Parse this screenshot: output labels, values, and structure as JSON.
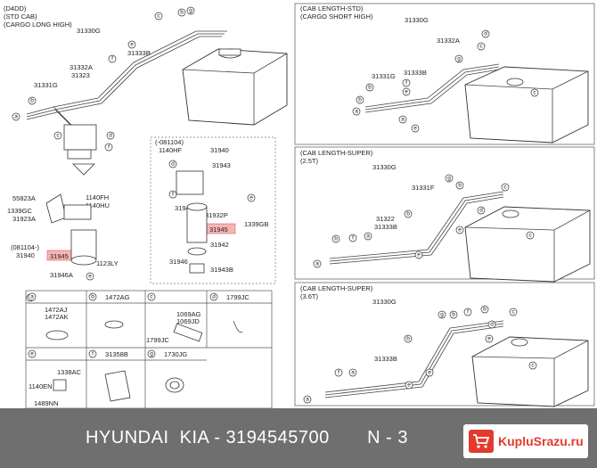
{
  "diagram": {
    "main_panel": {
      "title_lines": [
        "(D4DD)",
        "(STD CAB)",
        "(CARGO LONG HIGH)"
      ],
      "labels": [
        "31330G",
        "31333B",
        "31332A",
        "31323",
        "31331G",
        "55823A",
        "1140FH",
        "1140HU",
        "1339GC",
        "31923A",
        "(081104-)",
        "31940",
        "31945",
        "1123LY",
        "31946A"
      ],
      "callouts": [
        "c",
        "b",
        "g",
        "e",
        "f",
        "b",
        "a",
        "c",
        "d",
        "f",
        "a",
        "e"
      ]
    },
    "inset_panel": {
      "title": "(-081104)",
      "labels": [
        "31940",
        "1140HF",
        "31943",
        "31941",
        "31932P",
        "1339GB",
        "31945",
        "31942",
        "31946",
        "31943B"
      ],
      "callouts": [
        "d",
        "f",
        "e"
      ]
    },
    "right_panels": [
      {
        "title_lines": [
          "(CAB LENGTH-STD)",
          "(CARGO SHORT HIGH)"
        ],
        "labels": [
          "31330G",
          "31332A",
          "31331G",
          "31333B"
        ],
        "callouts": [
          "c",
          "d",
          "g",
          "b",
          "f",
          "b",
          "e",
          "a",
          "c",
          "a",
          "e"
        ]
      },
      {
        "title_lines": [
          "(CAB LENGTH-SUPER)",
          "(2.5T)"
        ],
        "labels": [
          "31330G",
          "31331F",
          "31322",
          "31333B"
        ],
        "callouts": [
          "g",
          "b",
          "c",
          "d",
          "e",
          "b",
          "b",
          "f",
          "a",
          "c",
          "e",
          "a"
        ]
      },
      {
        "title_lines": [
          "(CAB LENGTH-SUPER)",
          "(3.6T)"
        ],
        "labels": [
          "31330G",
          "31333B"
        ],
        "callouts": [
          "g",
          "b",
          "f",
          "b",
          "c",
          "d",
          "e",
          "b",
          "e",
          "f",
          "a",
          "c",
          "a",
          "e"
        ]
      }
    ],
    "parts_table": [
      {
        "key": "a",
        "part": "",
        "extra": [
          "1472AJ",
          "1472AK"
        ]
      },
      {
        "key": "b",
        "part": "1472AG",
        "extra": []
      },
      {
        "key": "c",
        "part": "",
        "extra": [
          "1069AG",
          "1069JD",
          "1799JC"
        ]
      },
      {
        "key": "d",
        "part": "1799JC",
        "extra": []
      },
      {
        "key": "e",
        "part": "",
        "extra": [
          "1338AC",
          "1140EN",
          "1489NN"
        ]
      },
      {
        "key": "f",
        "part": "31358B",
        "extra": []
      },
      {
        "key": "g",
        "part": "1730JG",
        "extra": []
      }
    ]
  },
  "footer": {
    "text": "HYUNDAI  KIA - 3194545700       N - 3",
    "brand": "KupluSrazu.ru"
  },
  "colors": {
    "highlight": "#f6b5b5",
    "footer_bg": "#6f6f6f",
    "brand_red": "#e23b2e"
  }
}
